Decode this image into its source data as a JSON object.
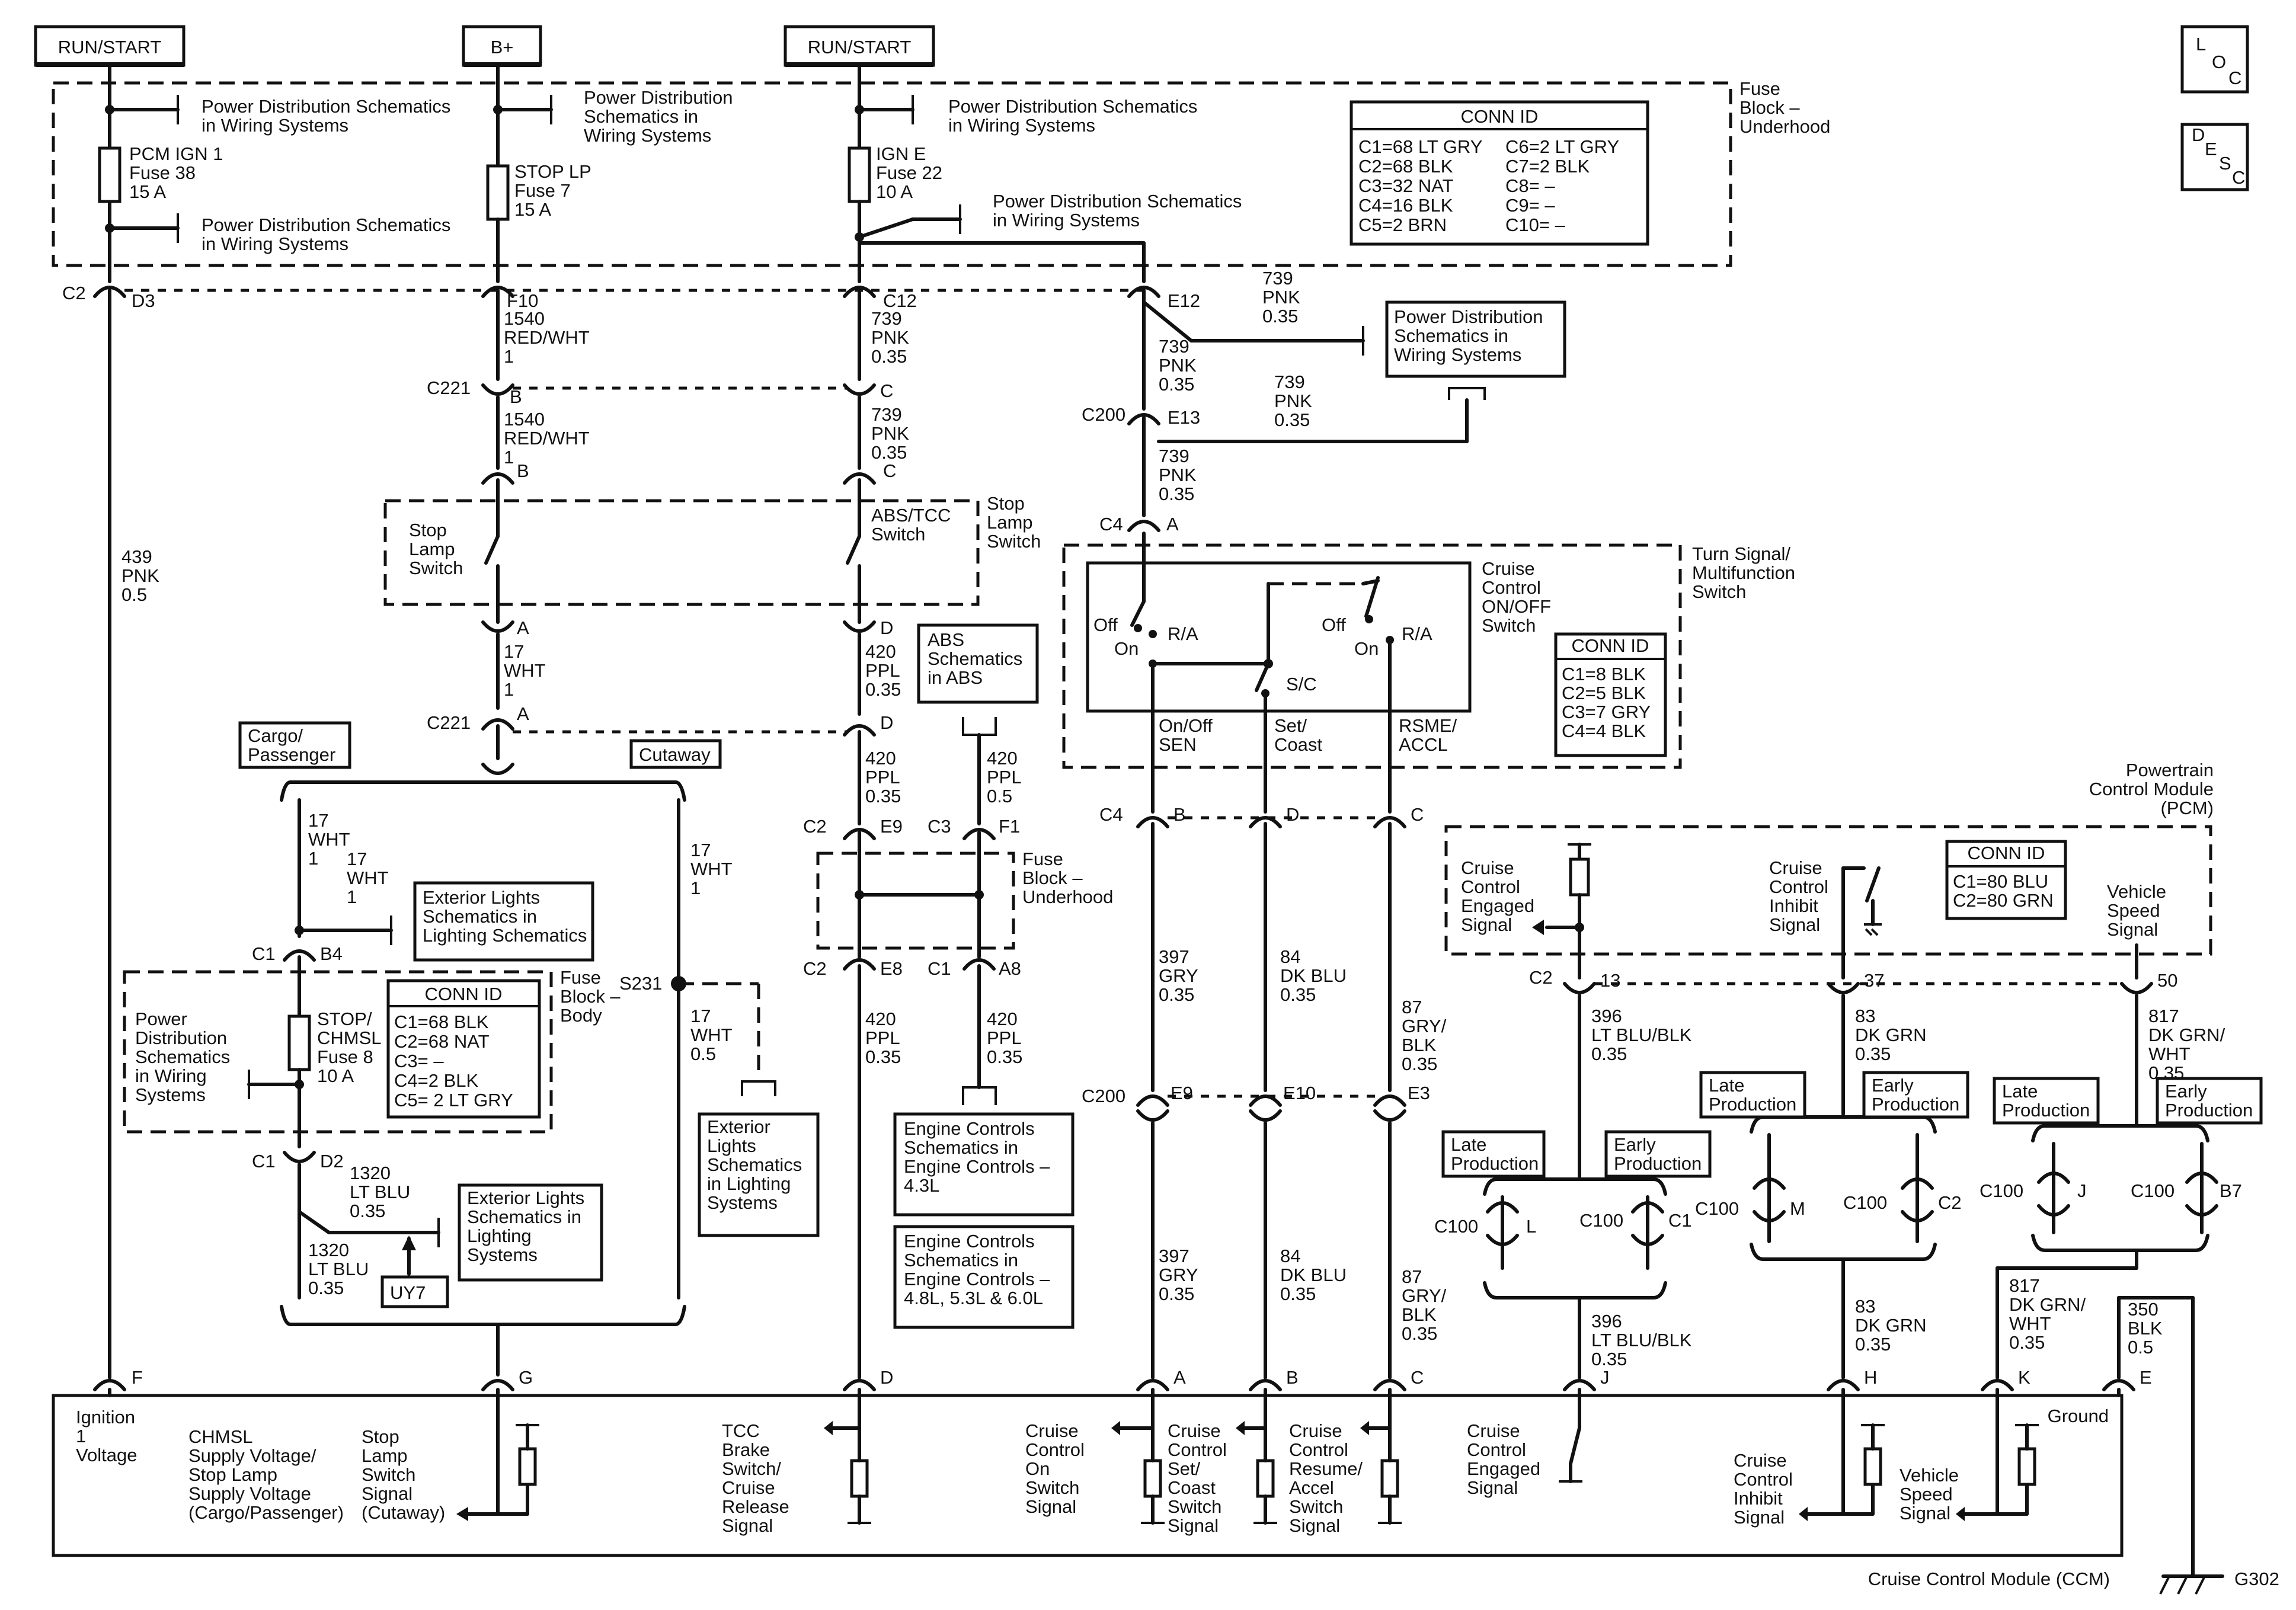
{
  "power_sources": [
    "RUN/START",
    "B+",
    "RUN/START"
  ],
  "corner_icons": {
    "loc": [
      "L",
      "O",
      "C"
    ],
    "desc": [
      "D",
      "E",
      "S",
      "C"
    ]
  },
  "fuse_block_underhood": {
    "title": [
      "Fuse",
      "Block –",
      "Underhood"
    ]
  },
  "pds_ref": [
    "Power Distribution Schematics",
    "in Wiring Systems"
  ],
  "pds_ref_3": [
    "Power Distribution",
    "Schematics in",
    "Wiring Systems"
  ],
  "pds_ref_4": [
    "Power Distribution",
    "Schematics in",
    "Wiring  Systems"
  ],
  "fuses": {
    "pcm": [
      "PCM IGN 1",
      "Fuse 38",
      "15 A"
    ],
    "stop": [
      "STOP LP",
      "Fuse 7",
      "15 A"
    ],
    "ign": [
      "IGN E",
      "Fuse 22",
      "10 A"
    ],
    "chmsl": [
      "STOP/",
      "CHMSL",
      "Fuse 8",
      "10 A"
    ]
  },
  "conn_id_underhood": {
    "title": "CONN ID",
    "left": [
      "C1=68 LT GRY",
      "C2=68 BLK",
      "C3=32 NAT",
      "C4=16 BLK",
      "C5=2 BRN"
    ],
    "right": [
      "C6=2 LT GRY",
      "C7=2 BLK",
      "C8= –",
      "C9= –",
      "C10= –"
    ]
  },
  "conn_id_switch": {
    "title": "CONN ID",
    "rows": [
      "C1=8 BLK",
      "C2=5 BLK",
      "C3=7 GRY",
      "C4=4 BLK"
    ]
  },
  "conn_id_pcm": {
    "title": "CONN ID",
    "rows": [
      "C1=80 BLU",
      "C2=80 GRN"
    ]
  },
  "conn_id_body": {
    "title": "CONN ID",
    "rows": [
      "C1=68 BLK",
      "C2=68 NAT",
      "C3= –",
      "C4=2 BLK",
      "C5= 2 LT GRY"
    ]
  },
  "connectors": {
    "c2": "C2",
    "d3": "D3",
    "f10": "F10",
    "c12": "C12",
    "e12": "E12",
    "c221": "C221",
    "b": "B",
    "c": "C",
    "c200": "C200",
    "e13": "E13",
    "c4": "C4",
    "a": "A",
    "d": "D",
    "c1": "C1",
    "b4": "B4",
    "d2": "D2",
    "e9": "E9",
    "c3": "C3",
    "f1": "F1",
    "e8": "E8",
    "a8": "A8",
    "e10": "E10",
    "e3": "E3",
    "n13": "13",
    "n37": "37",
    "n50": "50",
    "c100": "C100",
    "l": "L",
    "c1b": "C1",
    "m": "M",
    "c2b": "C2",
    "j": "J",
    "b7": "B7",
    "f": "F",
    "g": "G",
    "h": "H",
    "k": "K",
    "e": "E",
    "s231": "S231"
  },
  "wires": {
    "w1540": [
      "1540",
      "RED/WHT",
      "1"
    ],
    "w739": [
      "739",
      "PNK",
      "0.35"
    ],
    "w439": [
      "439",
      "PNK",
      "0.5"
    ],
    "w17": [
      "17",
      "WHT",
      "1"
    ],
    "w17b": [
      "17",
      "WHT",
      "0.5"
    ],
    "w420": [
      "420",
      "PPL",
      "0.35"
    ],
    "w420b": [
      "420",
      "PPL",
      "0.5"
    ],
    "w1320": [
      "1320",
      "LT BLU",
      "0.35"
    ],
    "w397": [
      "397",
      "GRY",
      "0.35"
    ],
    "w84": [
      "84",
      "DK BLU",
      "0.35"
    ],
    "w87": [
      "87",
      "GRY/",
      "BLK",
      "0.35"
    ],
    "w396": [
      "396",
      "LT BLU/BLK",
      "0.35"
    ],
    "w83": [
      "83",
      "DK GRN",
      "0.35"
    ],
    "w817": [
      "817",
      "DK GRN/",
      "WHT",
      "0.35"
    ],
    "w350": [
      "350",
      "BLK",
      "0.5"
    ]
  },
  "stop_lamp_switch": [
    "Stop",
    "Lamp",
    "Switch"
  ],
  "abs_tcc_switch": [
    "ABS/TCC",
    "Switch"
  ],
  "stop_lamp_switch_2": [
    "Stop",
    "Lamp",
    "Switch"
  ],
  "abs_ref": [
    "ABS",
    "Schematics",
    "in ABS"
  ],
  "cargo_label": [
    "Cargo/",
    "Passenger"
  ],
  "cutaway_label": "Cutaway",
  "ext_lights": [
    "Exterior Lights",
    "Schematics in",
    "Lighting Schematics"
  ],
  "ext_lights_2": [
    "Exterior Lights",
    "Schematics in",
    "Lighting",
    "Systems"
  ],
  "ext_lights_3": [
    "Exterior",
    "Lights",
    "Schematics",
    "in Lighting",
    "Systems"
  ],
  "fuse_block_body": [
    "Fuse",
    "Block –",
    "Body"
  ],
  "pds_ref_body": [
    "Power",
    "Distribution",
    "Schematics",
    "in Wiring",
    "Systems"
  ],
  "uy7": "UY7",
  "fuse_block_2": [
    "Fuse",
    "Block –",
    "Underhood"
  ],
  "engine_ref_1": [
    "Engine Controls",
    "Schematics in",
    "Engine Controls –",
    "4.3L"
  ],
  "engine_ref_2": [
    "Engine Controls",
    "Schematics in",
    "Engine Controls –",
    "4.8L, 5.3L & 6.0L"
  ],
  "turn_switch": {
    "title": [
      "Turn Signal/",
      "Multifunction",
      "Switch"
    ],
    "cruise": [
      "Cruise",
      "Control",
      "ON/OFF",
      "Switch"
    ],
    "off": "Off",
    "on": "On",
    "ra": "R/A",
    "sc": "S/C",
    "pins": [
      [
        "On/Off",
        "SEN"
      ],
      [
        "Set/",
        "Coast"
      ],
      [
        "RSME/",
        "ACCL"
      ]
    ]
  },
  "pcm": {
    "title": [
      "Powertrain",
      "Control Module",
      "(PCM)"
    ],
    "engaged": [
      "Cruise",
      "Control",
      "Engaged",
      "Signal"
    ],
    "inhibit": [
      "Cruise",
      "Control",
      "Inhibit",
      "Signal"
    ],
    "vss": [
      "Vehicle",
      "Speed",
      "Signal"
    ]
  },
  "production": {
    "late": [
      "Late",
      "Production"
    ],
    "early": [
      "Early",
      "Production"
    ]
  },
  "ccm": {
    "title": "Cruise Control Module (CCM)",
    "ignition": [
      "Ignition",
      "1",
      "Voltage"
    ],
    "chmsl": [
      "CHMSL",
      "Supply Voltage/",
      "Stop Lamp",
      "Supply Voltage",
      "(Cargo/Passenger)"
    ],
    "stop_sig": [
      "Stop",
      "Lamp",
      "Switch",
      "Signal",
      "(Cutaway)"
    ],
    "tcc": [
      "TCC",
      "Brake",
      "Switch/",
      "Cruise",
      "Release",
      "Signal"
    ],
    "on_sw": [
      "Cruise",
      "Control",
      "On",
      "Switch",
      "Signal"
    ],
    "set_sw": [
      "Cruise",
      "Control",
      "Set/",
      "Coast",
      "Switch",
      "Signal"
    ],
    "res_sw": [
      "Cruise",
      "Control",
      "Resume/",
      "Accel",
      "Switch",
      "Signal"
    ],
    "engaged": [
      "Cruise",
      "Control",
      "Engaged",
      "Signal"
    ],
    "inhibit": [
      "Cruise",
      "Control",
      "Inhibit",
      "Signal"
    ],
    "vss": [
      "Vehicle",
      "Speed",
      "Signal"
    ],
    "ground": "Ground"
  },
  "ground_id": "G302"
}
